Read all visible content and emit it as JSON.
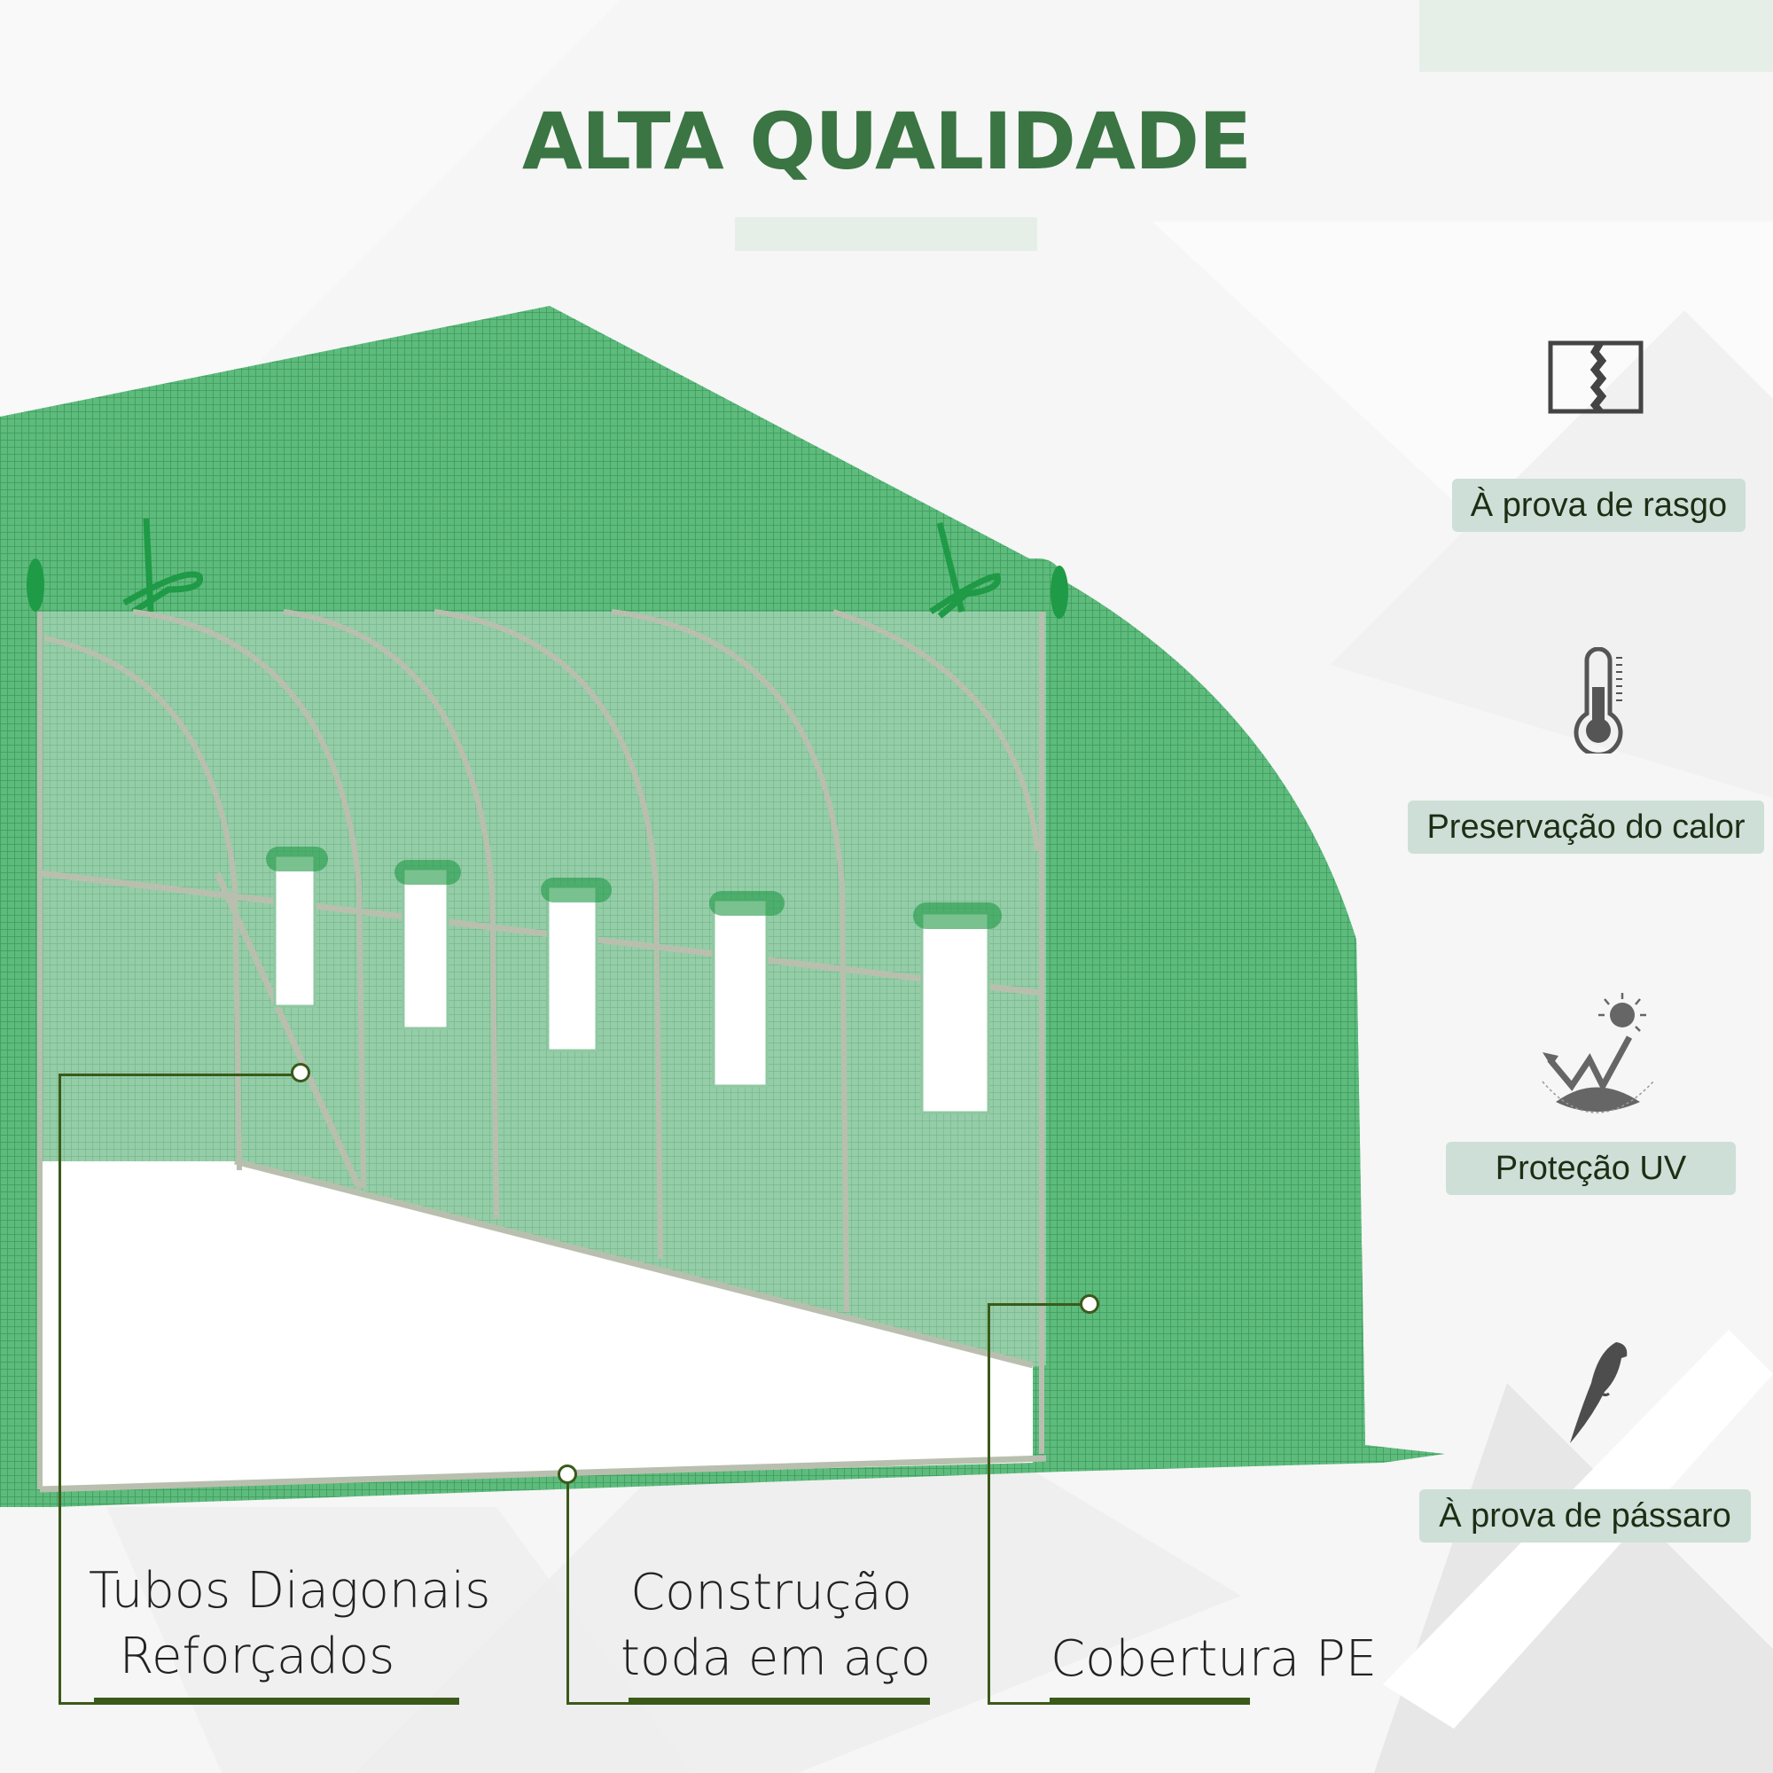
{
  "title": "ALTA QUALIDADE",
  "colors": {
    "title": "#3a7543",
    "accent_bar": "#e6eee8",
    "label_bg": "#cddfd7",
    "label_text": "#1e2e14",
    "icon": "#555555",
    "leader": "#3a5a1a",
    "underline": "#3a5a1a",
    "greenhouse_cover": "#4cae6e"
  },
  "features": [
    {
      "icon": "torn-fabric-icon",
      "label": "À prova de rasgo"
    },
    {
      "icon": "thermometer-icon",
      "label": "Preservação do calor"
    },
    {
      "icon": "uv-sun-reflect-icon",
      "label": "Proteção UV"
    },
    {
      "icon": "parrot-bird-icon",
      "label": "À prova de pássaro"
    }
  ],
  "callouts": [
    {
      "line1": "Tubos Diagonais",
      "line2": "Reforçados"
    },
    {
      "line1": "Construção",
      "line2": "toda em aço"
    },
    {
      "line1": "Cobertura PE",
      "line2": ""
    }
  ]
}
